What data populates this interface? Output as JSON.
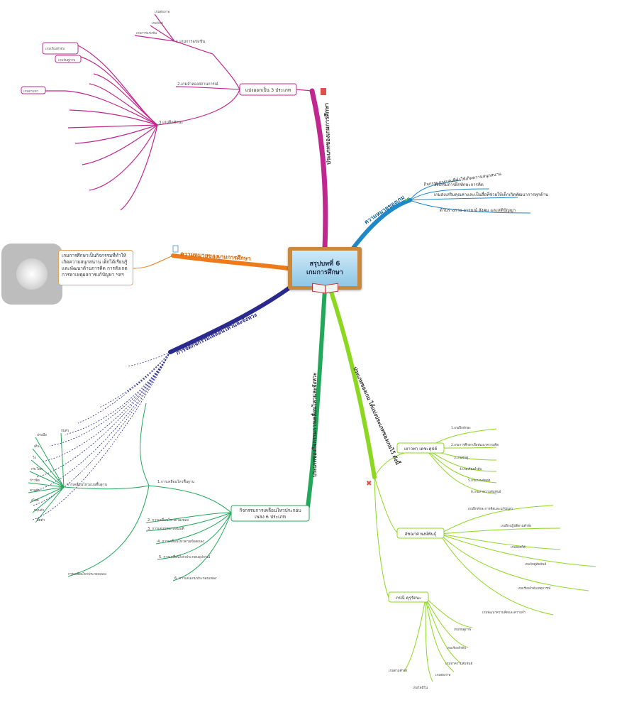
{
  "central": {
    "line1": "สรุปบทที่ 6",
    "line2": "เกมการศึกษา"
  },
  "branches": {
    "types": {
      "label": "ประเภทของเกมการศึกษา",
      "sub": "แบ่งออกเป็น 3 ประเภท",
      "items": [
        "1.เกมการแข่งขัน",
        "2.เกมจำลองสถานการณ์",
        "3.เกมฝึกทักษะ"
      ],
      "leaves_top": [
        "เกมต่อภาพ",
        "เกมจับคู่",
        "เกมการแข่งขัน"
      ],
      "leaves_left": [
        "เกมเรียงลำดับ",
        "เกมจับคู่ภาพ",
        "เกมตามหา"
      ]
    },
    "meaning": {
      "label": "ความหมายของเกมการศึกษา",
      "note": "เกมการศึกษาเป็นกิจกรรมที่ทำให้เกิดความสนุกสนาน เด็กได้เรียนรู้และพัฒนาด้านการคิด การสังเกต การหาเหตุผลการแก้ปัญหา ฯลฯ"
    },
    "purpose": {
      "label": "ความหมายของเกม",
      "items": [
        "กิจกรรมการเล่นที่ทำให้เกิดความสนุกสนาน",
        "ส่งเสริมการฝึกทักษะการคิด",
        "เกมส่งเสริมคุณค่าและเป็นสื่อที่ช่วยให้เด็กเกิดพัฒนาการทุกด้าน",
        "ด้านร่างกาย อารมณ์ สังคม และสติปัญญา"
      ]
    },
    "activity": {
      "label": "การจัดกิจกรรมเคลื่อนไหวและจังหวะ"
    },
    "six": {
      "label": "ประเภทของกิจกรรมการเคลื่อนไหวและจังหวะ",
      "sub_line1": "กิจกรรมการเคลื่อนไหวประกอบ",
      "sub_line2": "เพลง 6 ประเภท",
      "items": [
        "1.การเคลื่อนไหวพื้นฐาน",
        "2. การเคลื่อนไหวตามเพลง",
        "3. การเล่นบทบาทสมมติ",
        "4. การเคลื่อนไหวตามข้อตกลง",
        "5. การเคลื่อนไหวประกอบอุปกรณ์",
        "6. การเล่นเกมประกอบเพลง"
      ],
      "basic": "การเคลื่อนไหวแบบพื้นฐาน",
      "basic_items": [
        "ปรบมือ",
        "เดิน",
        "วิ่ง",
        "กระโดด",
        "ก้าวชิด",
        "ควบม้า",
        "สไลด์",
        "หมุนตัว",
        "ยืดตัว",
        "ก้มตัว"
      ],
      "bottom_note": "การเคลื่อนไหวประกอบเพลง"
    },
    "thinkers": {
      "label": "ประเภทของเกม ได้แบ่งประเภทของเกมไว้ ดังนี้",
      "people": [
        "เยาวพา เดชะคุปต์",
        "อัชฌาศ พงษ์พันธุ์",
        "ภรณี คุรุรัตนะ"
      ],
      "p1_items": [
        "1.เกมฝึกทักษะ",
        "2.เกมการศึกษาเพื่อพัฒนาความคิด",
        "3.เกมจับคู่",
        "4.เกมเรียงลำดับ",
        "5.เกมภาพตัดต่อ",
        "6.เกมหาความสัมพันธ์"
      ],
      "p2_items": [
        "เกมฝึกทักษะการคิดและแก้ปัญหา",
        "เกมฝึกปฏิบัติตามคำสั่ง",
        "เกมลอตโต้",
        "เกมจับคู่สัมพันธ์",
        "เกมเรียงลำดับเหตุการณ์",
        "เกมพัฒนาความคิดและความจำ"
      ],
      "p3_items": [
        "เกมจับคู่ภาพ",
        "เกมเรียงลำดับ",
        "เกมหาความสัมพันธ์",
        "เกมต่อภาพ",
        "เกมโดมิโน",
        "เกมตามคำสั่ง"
      ]
    }
  },
  "colors": {
    "types": "#c0288f",
    "purpose": "#1e88c8",
    "meaning": "#ee7a1a",
    "activity": "#2a2a8c",
    "six": "#23a85a",
    "thinkers": "#8cd820"
  }
}
